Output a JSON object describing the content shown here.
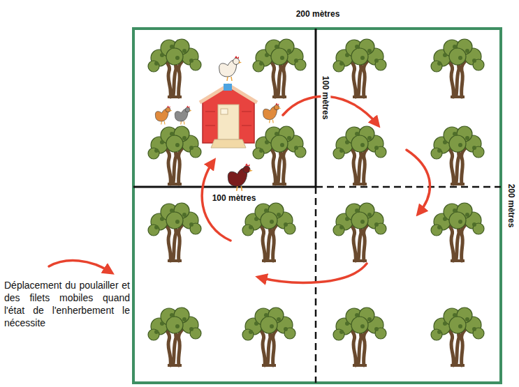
{
  "diagram": {
    "labels": [
      "200 mètres",
      "200 mètres",
      "100 mètres",
      "100 mètres"
    ],
    "legend": [
      {
        "text": "Déplacement du poulailler et des filets mobiles quand l'état de l'enherbement le nécessite"
      }
    ]
  }
}
